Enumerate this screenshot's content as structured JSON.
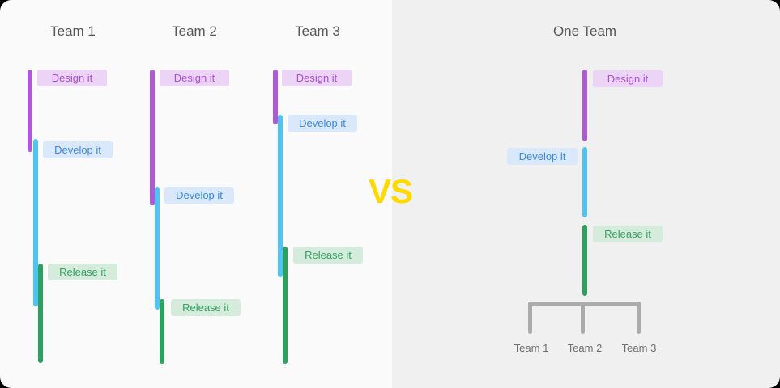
{
  "diagram": {
    "vs_label": "VS",
    "columns": [
      {
        "title": "Team 1",
        "phases": [
          {
            "label": "Design it"
          },
          {
            "label": "Develop it"
          },
          {
            "label": "Release it"
          }
        ]
      },
      {
        "title": "Team 2",
        "phases": [
          {
            "label": "Design it"
          },
          {
            "label": "Develop it"
          },
          {
            "label": "Release it"
          }
        ]
      },
      {
        "title": "Team 3",
        "phases": [
          {
            "label": "Design it"
          },
          {
            "label": "Develop it"
          },
          {
            "label": "Release it"
          }
        ]
      },
      {
        "title": "One Team",
        "phases": [
          {
            "label": "Design it"
          },
          {
            "label": "Develop it"
          },
          {
            "label": "Release it"
          }
        ]
      }
    ],
    "bracket_labels": [
      "Team 1",
      "Team 2",
      "Team 3"
    ],
    "colors": {
      "design_bar": "#b158d6",
      "design_chip_bg": "#ecd4f6",
      "design_chip_text": "#a94fd2",
      "develop_bar": "#4ec3f5",
      "develop_chip_bg": "#d9e9fb",
      "develop_chip_text": "#3d87de",
      "release_bar": "#29a35c",
      "release_chip_bg": "#d5ebdc",
      "release_chip_text": "#33a15f",
      "vs_text": "#ffd900",
      "left_panel_bg": "#fafafa",
      "right_panel_bg": "#f0f0f0",
      "bracket": "#ababab",
      "column_title_text": "#575757",
      "bracket_label_text": "#6f6f6f"
    }
  }
}
